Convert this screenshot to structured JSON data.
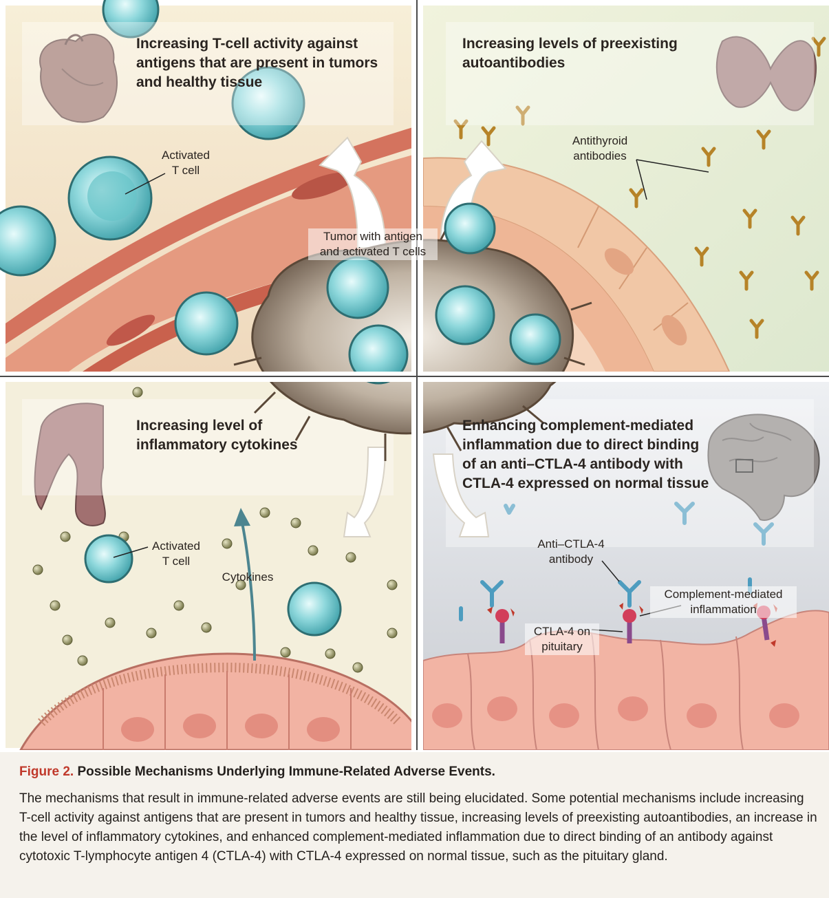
{
  "panels": {
    "top_left": {
      "title": "Increasing T-cell activity against antigens that are present in tumors and healthy tissue"
    },
    "top_right": {
      "title": "Increasing levels of preexisting autoantibodies"
    },
    "bottom_left": {
      "title": "Increasing level of inflammatory cytokines"
    },
    "bottom_right": {
      "title": "Enhancing complement-mediated inflammation due to direct binding of an anti–CTLA-4 antibody with CTLA-4 expressed on normal tissue"
    }
  },
  "labels": {
    "activated_t_cell_top": "Activated\nT cell",
    "tumor": "Tumor with antigen\nand activated T cells",
    "antithyroid": "Antithyroid\nantibodies",
    "activated_t_cell_bottom": "Activated\nT cell",
    "cytokines": "Cytokines",
    "anti_ctla4": "Anti–CTLA-4\nantibody",
    "complement": "Complement-mediated\ninflammation",
    "ctla4_pituitary": "CTLA-4 on\npituitary"
  },
  "caption": {
    "figure_number": "Figure 2.",
    "heading": "Possible Mechanisms Underlying Immune-Related Adverse Events.",
    "body": "The mechanisms that result in immune-related adverse events are still being elucidated. Some potential mechanisms include increasing T-cell activity against antigens that are present in tumors and healthy tissue, increasing levels of preexisting autoantibodies, an increase in the level of inflammatory cytokines, and enhanced complement-mediated inflammation due to direct binding of an antibody against cytotoxic T-lymphocyte antigen 4 (CTLA-4) with CTLA-4 expressed on normal tissue, such as the pituitary gland."
  },
  "colors": {
    "figure_label": "#c0392b",
    "t_cell": "#7fd0d6",
    "vessel": "#e08b72",
    "antibody_gold": "#c99a3a",
    "antibody_blue": "#5aaed0"
  }
}
